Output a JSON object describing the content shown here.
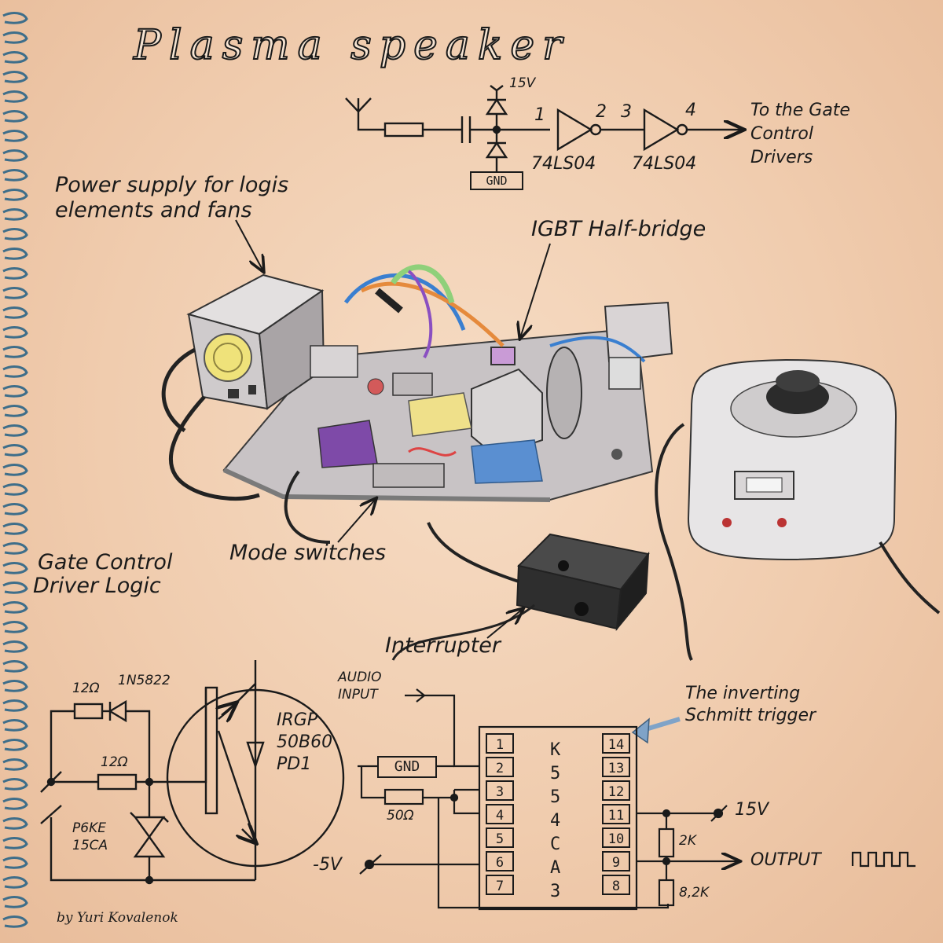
{
  "title": "Plasma speaker",
  "author": "by Yuri Kovalenok",
  "labels": {
    "power_supply_line1": "Power supply for logis",
    "power_supply_line2": "elements  and fans",
    "igbt": "IGBT Half-bridge",
    "gate_control_line1": "Gate Control",
    "gate_control_line2": "Driver Logic",
    "mode_switches": "Mode switches",
    "interrupter": "Interrupter",
    "schmitt_line1": "The inverting",
    "schmitt_line2": "Schmitt trigger"
  },
  "top_circuit": {
    "v15": "15V",
    "gnd": "GND",
    "pin1": "1",
    "pin2": "2",
    "pin3": "3",
    "pin4": "4",
    "ic1": "74LS04",
    "ic2": "74LS04",
    "dest_line1": "To the Gate",
    "dest_line2": "Control",
    "dest_line3": "Drivers"
  },
  "gate_circuit": {
    "r1": "12Ω",
    "diode": "1N5822",
    "r2": "12Ω",
    "tvs_line1": "P6KE",
    "tvs_line2": "15CA",
    "igbt_line1": "IRGP",
    "igbt_line2": "50B60",
    "igbt_line3": "PD1"
  },
  "schmitt_circuit": {
    "audio_line1": "AUDIO",
    "audio_line2": "INPUT",
    "gnd": "GND",
    "r_in": "50Ω",
    "vneg": "-5V",
    "vpos": "15V",
    "r_top": "2K",
    "r_bot": "8,2K",
    "output": "OUTPUT",
    "chip_letters": [
      "K",
      "5",
      "5",
      "4",
      "C",
      "A",
      "3"
    ],
    "left_pins": [
      "1",
      "2",
      "3",
      "4",
      "5",
      "6",
      "7"
    ],
    "right_pins": [
      "14",
      "13",
      "12",
      "11",
      "10",
      "9",
      "8"
    ]
  },
  "colors": {
    "paper": "#f2cfb1",
    "ink": "#1a1a1a",
    "board": "#c9c5c6",
    "wire_blue": "#3a7fd0",
    "wire_orange": "#e58a3c",
    "wire_green": "#8fd07a",
    "wire_purple": "#8a4fc1",
    "arrow_blue": "#7fa3c8"
  }
}
